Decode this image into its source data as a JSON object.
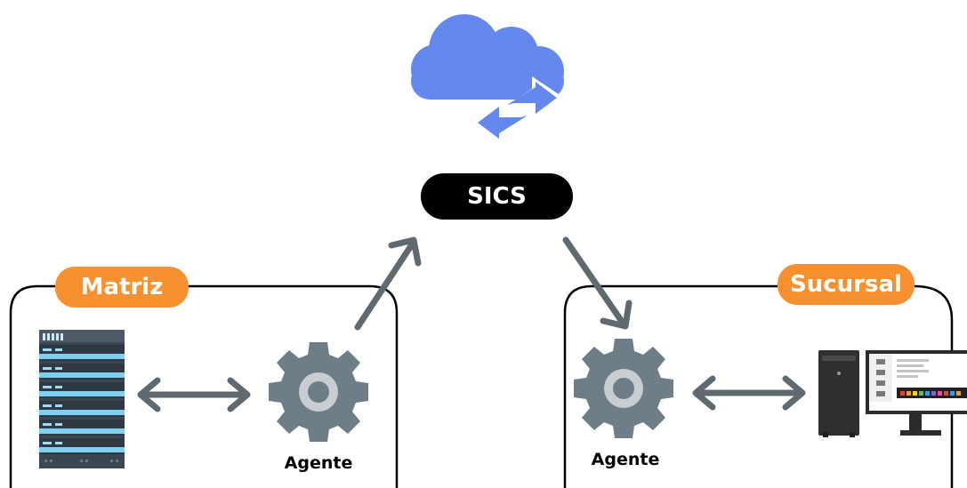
{
  "center": {
    "label": "SICS"
  },
  "left_group": {
    "title": "Matriz",
    "agent_label": "Agente"
  },
  "right_group": {
    "title": "Sucursal",
    "agent_label": "Agente"
  },
  "colors": {
    "cloud": "#6488ee",
    "cloud_arrows": "#6488ee",
    "pill": "#f7902f",
    "connector": "#5f6970",
    "gear": "#6e7e89",
    "box_border": "#000000"
  },
  "icons": {
    "cloud": "cloud-sync-icon",
    "server": "server-rack-icon",
    "gear": "gear-icon",
    "computer": "desktop-computer-icon"
  }
}
